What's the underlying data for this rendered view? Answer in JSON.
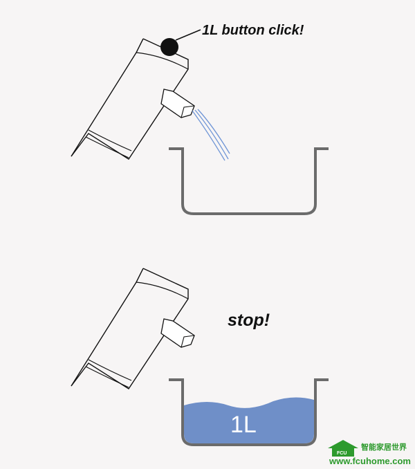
{
  "top_scene": {
    "callout_text": "1L button click!"
  },
  "bottom_scene": {
    "stop_text": "stop!",
    "water_label": "1L"
  },
  "watermark": {
    "logo_text": "FCU",
    "chinese_text": "智能家居世界",
    "url_text": "www.fcuhome.com"
  },
  "colors": {
    "outline": "#111111",
    "pot": "#6b6b6b",
    "water": "#6f8fc8",
    "stream": "#6f95d6",
    "button": "#111111",
    "watermark": "#2d9a2d"
  }
}
